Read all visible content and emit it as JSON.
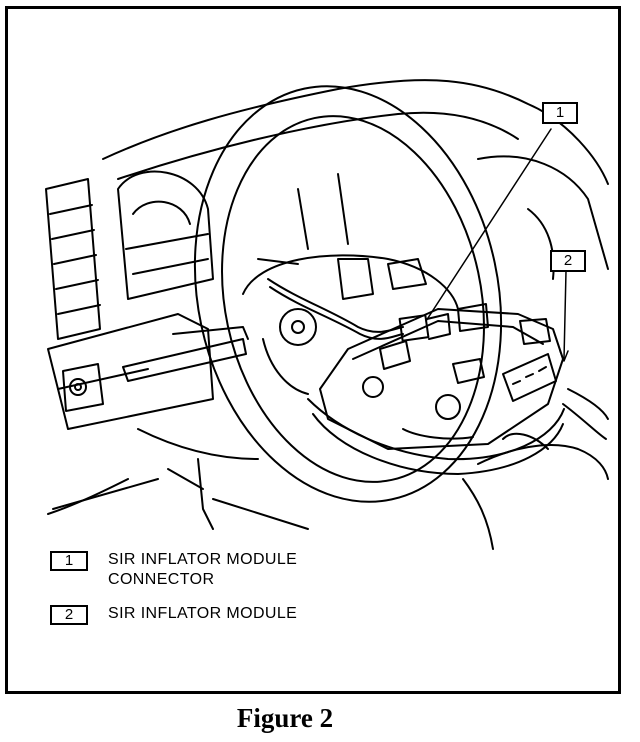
{
  "callouts": [
    {
      "number": "1",
      "label": "SIR INFLATOR MODULE\nCONNECTOR"
    },
    {
      "number": "2",
      "label": "SIR INFLATOR MODULE"
    }
  ],
  "caption": "Figure 2",
  "colors": {
    "ink": "#000000",
    "paper": "#ffffff"
  }
}
